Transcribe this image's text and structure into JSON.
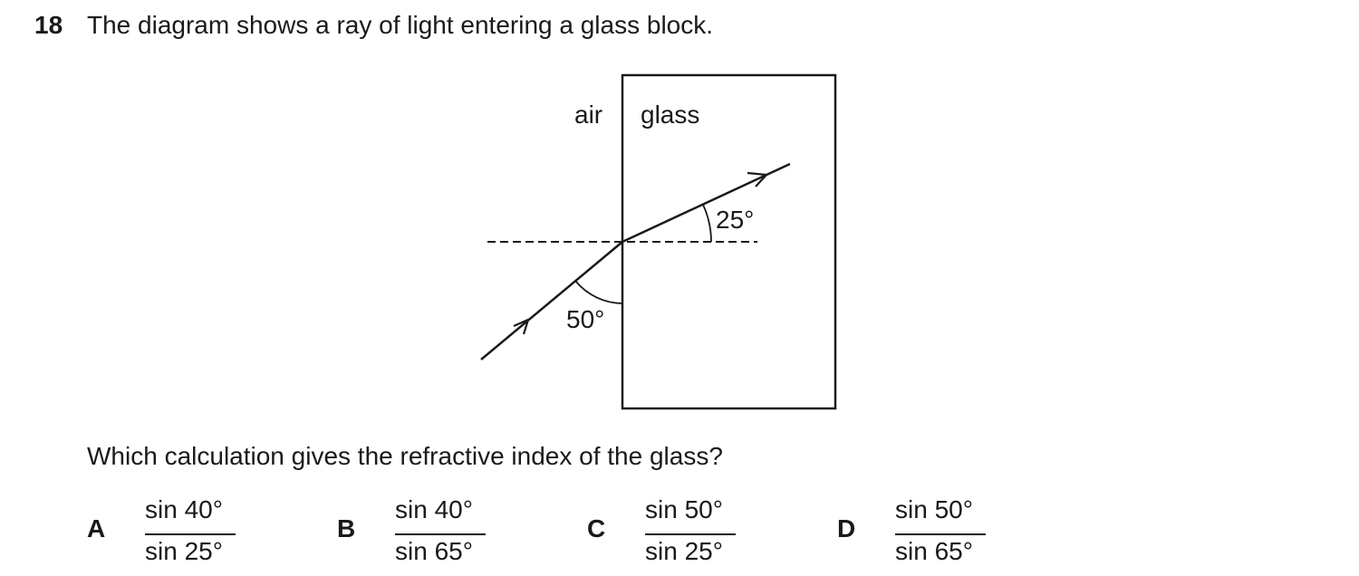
{
  "question": {
    "number": "18",
    "text": "The diagram shows a ray of light entering a glass block.",
    "prompt": "Which calculation gives the refractive index of the glass?"
  },
  "diagram": {
    "label_air": "air",
    "label_glass": "glass",
    "angle_refracted": "25°",
    "angle_incident": "50°"
  },
  "options": [
    {
      "letter": "A",
      "numerator": "sin 40°",
      "denominator": "sin 25°"
    },
    {
      "letter": "B",
      "numerator": "sin 40°",
      "denominator": "sin 65°"
    },
    {
      "letter": "C",
      "numerator": "sin 50°",
      "denominator": "sin 25°"
    },
    {
      "letter": "D",
      "numerator": "sin 50°",
      "denominator": "sin 65°"
    }
  ]
}
